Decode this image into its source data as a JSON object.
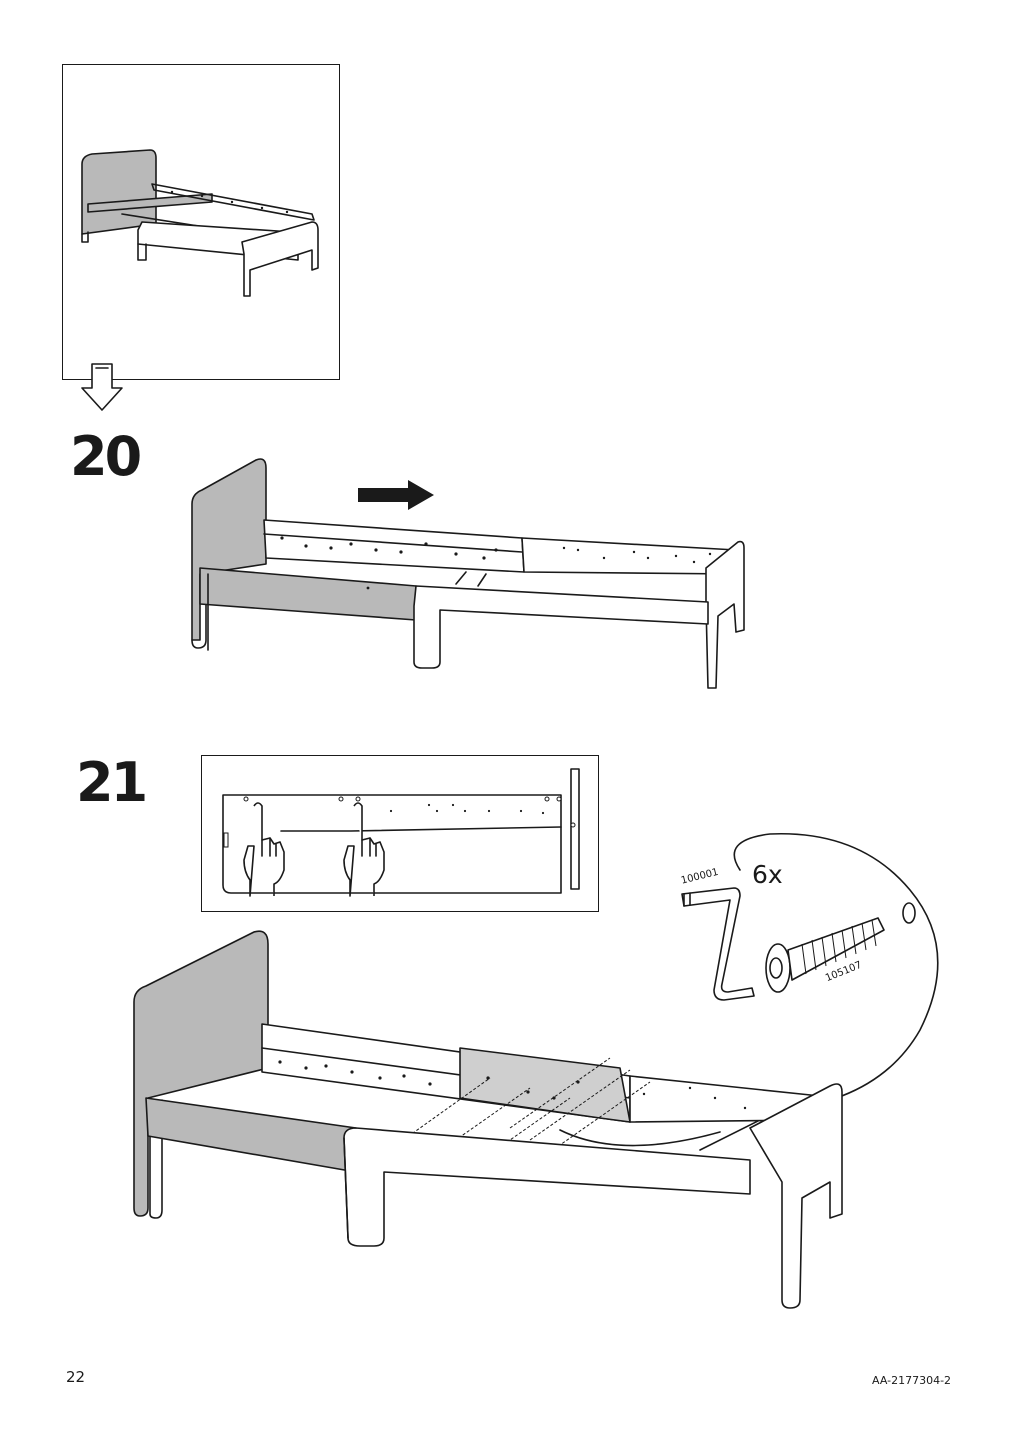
{
  "steps": [
    {
      "number": "20"
    },
    {
      "number": "21"
    }
  ],
  "callout": {
    "quantity": "6x",
    "tool_code": "100001",
    "bolt_code": "105107"
  },
  "footer": {
    "page_number": "22",
    "document_code": "AA-2177304-2"
  },
  "icons": [
    "overview-bed-illustration",
    "down-arrow-icon",
    "push-right-arrow-icon",
    "hand-press-icon",
    "allen-key-icon",
    "bolt-icon",
    "washer-icon"
  ],
  "colors": {
    "panel_gray": "#b9b9b9",
    "ink": "#1a1a1a"
  }
}
